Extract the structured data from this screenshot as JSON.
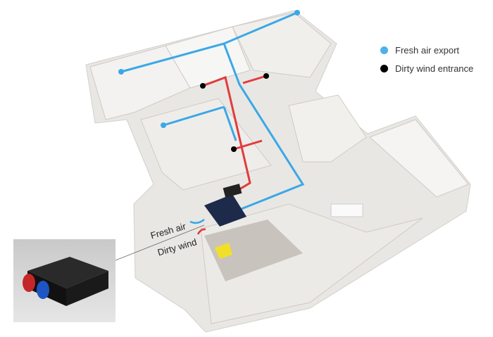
{
  "legend": {
    "items": [
      {
        "label": "Fresh air export",
        "color": "#4cb3e8"
      },
      {
        "label": "Dirty wind entrance",
        "color": "#000000"
      }
    ]
  },
  "unit_labels": {
    "fresh_air": "Fresh air",
    "dirty_wind": "Dirty wind"
  },
  "colors": {
    "fresh_duct": "#3aa8e6",
    "dirty_duct": "#e23b3b",
    "unit": "#1d2a4a"
  }
}
